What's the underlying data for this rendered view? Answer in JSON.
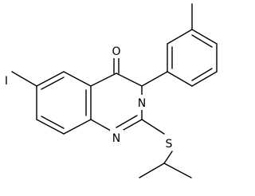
{
  "diagram": {
    "type": "chemical-structure",
    "atoms": {
      "oxygen": "O",
      "iodine": "I",
      "nitrogen_3": "N",
      "nitrogen_1": "N",
      "sulfur": "S"
    }
  }
}
